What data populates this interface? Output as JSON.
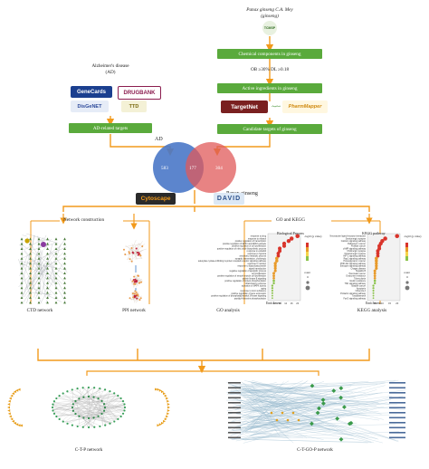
{
  "left_branch": {
    "disease_line1": "Alzheimer's disease",
    "disease_line2": "(AD)",
    "logos": [
      "GeneCards",
      "DRUGBANK",
      "DisGeNET",
      "TTD"
    ],
    "targets_box": "AD-related targets"
  },
  "right_branch": {
    "species_line1": "Panax ginseng C.A. Mey",
    "species_line2": "(ginseng)",
    "tcmsp_logo": "TCMSP",
    "components_box": "Chemical components in ginseng",
    "filter_text": "OB ≥30%    DL ≥0.18",
    "active_box": "Active ingredients in ginseng",
    "logos": [
      "TargetNet",
      "SwissTargetPrediction",
      "PharmMapper"
    ],
    "targets_box": "Candidate targets of ginseng"
  },
  "venn": {
    "label_left": "AD",
    "label_right": "Panax ginseng",
    "left_only": "583",
    "overlap": "177",
    "right_only": "304",
    "left_color": "#4a78c8",
    "right_color": "#e05a5a",
    "overlap_color": "#a04a7a"
  },
  "tools": {
    "cytoscape": "Cytoscape",
    "david": "DAVID"
  },
  "sections": {
    "network_title": "Network construction",
    "go_title": "GO and KEGG",
    "ctd_label": "CTD network",
    "ppi_label": "PPI network",
    "go_label": "GO analysis",
    "kegg_label": "KEGG analysis",
    "ctp_label": "C-T-P network",
    "ctgop_label": "C-T-GO-P network"
  },
  "go_chart": {
    "title": "Biological Process",
    "xlabel": "Enrichment",
    "legend_title": "-log10 (p value)",
    "count_title": "count",
    "xticks": [
      "4",
      "8",
      "12",
      "16",
      "20"
    ],
    "terms": [
      "response to drug",
      "response to ethanol",
      "positive regulation of transcription",
      "positive regulation of ERK1 and ERK2 cascade",
      "positive regulation of cell proliferation",
      "positive regulation of nitric oxide biosynthetic process",
      "response to estradiol",
      "response to hypoxia",
      "xenobiotic metabolic process",
      "synaptic transmission, cholinergic",
      "adenylate cyclase-inhibiting G-protein coupled receptor signaling pathway",
      "response to nicotine",
      "response to lipopolysaccharide",
      "signal transduction",
      "negative regulation of apoptotic process",
      "cell proliferation",
      "positive regulation of smooth muscle cell proliferation",
      "protein kinase B signaling",
      "positive regulation of protein phosphorylation",
      "inflammatory response",
      "activation of MAPK activity",
      "aging",
      "response to toxic substance",
      "positive regulation of gene expression",
      "positive regulation of phosphatidylinositol 3-kinase signaling",
      "peptidyl-threonine phosphorylation"
    ],
    "enrichment": [
      20,
      16,
      14,
      11,
      11,
      8,
      8,
      7,
      7,
      6,
      6,
      5,
      5,
      5,
      5,
      4,
      4,
      4,
      4,
      4,
      3,
      3,
      3,
      3,
      3,
      3
    ]
  },
  "kegg_chart": {
    "title": "KEGG pathway",
    "xlabel": "Enrichment",
    "legend_title": "-log10 (p value)",
    "count_title": "count",
    "xticks": [
      "5",
      "10",
      "15",
      "20"
    ],
    "terms": [
      "Neuroactive ligand-receptor interaction",
      "Serotonergic synapse",
      "Calcium signaling pathway",
      "Pathways in cancer",
      "Prostate cancer",
      "cAMP signaling pathway",
      "Cholinergic synapse",
      "Dopaminergic synapse",
      "HIF-1 signaling pathway",
      "Rap1 signaling pathway",
      "Proteoglycans in cancer",
      "PI3K-Akt signaling pathway",
      "Estrogen signaling pathway",
      "Chagas disease",
      "Hepatitis B",
      "Pancreatic cancer",
      "Endocrine resistance",
      "Tuberculosis",
      "Insulin resistance",
      "TNF signaling pathway",
      "Bladder cancer",
      "Apoptosis",
      "Influenza A",
      "Prolactin signaling pathway",
      "Toxoplasmosis",
      "FoxO signaling pathway"
    ],
    "enrichment": [
      20,
      12,
      10,
      9,
      8,
      8,
      7,
      7,
      7,
      6,
      6,
      6,
      6,
      6,
      5,
      5,
      5,
      5,
      5,
      5,
      4,
      4,
      4,
      4,
      4,
      4
    ]
  }
}
